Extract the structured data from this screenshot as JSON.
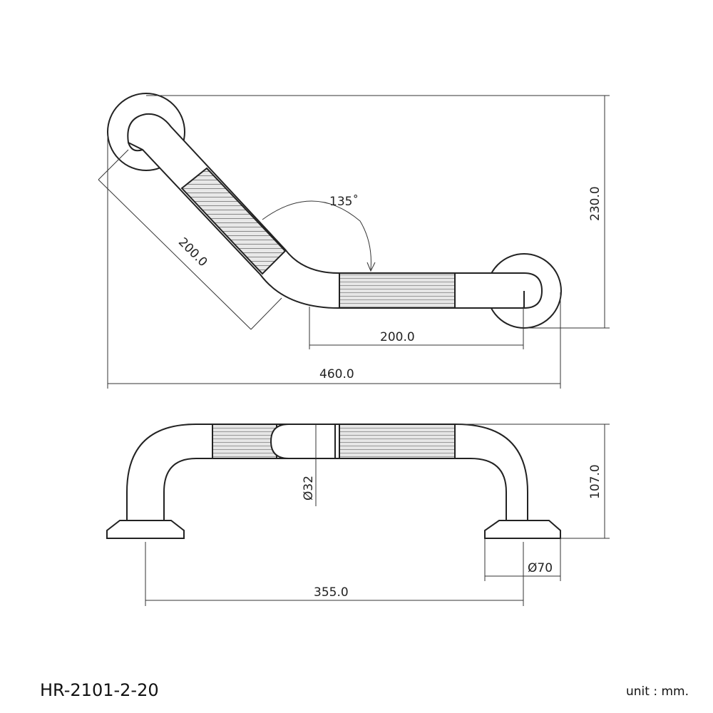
{
  "top_view": {
    "length_diag": "200.0",
    "length_horiz": "200.0",
    "angle": "135˚",
    "total_width": "460.0",
    "total_height": "230.0"
  },
  "side_view": {
    "tube_diameter": "Ø32",
    "height": "107.0",
    "flange_diameter": "Ø70",
    "center_span": "355.0"
  },
  "footer": {
    "model": "HR-2101-2-20",
    "unit": "unit : mm."
  }
}
